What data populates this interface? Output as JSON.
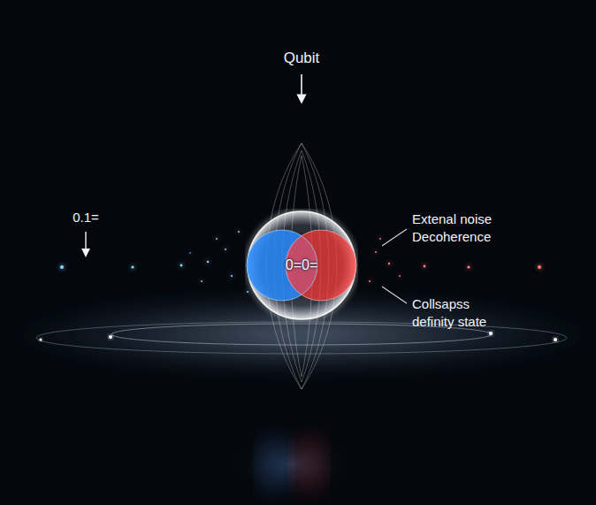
{
  "diagram": {
    "nodes": [
      {
        "text": [
          "0=0="
        ]
      }
    ],
    "labels": [
      "Qubit",
      "0.1=",
      "Extenal noise Decoherence",
      "Collsapss definity state"
    ]
  }
}
